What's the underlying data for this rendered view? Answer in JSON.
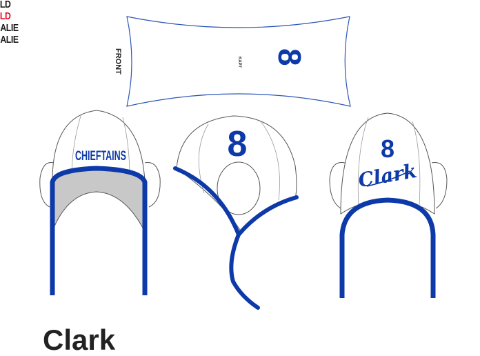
{
  "legend": {
    "items": [
      {
        "label": "FIELD",
        "color": "#1a1a1a"
      },
      {
        "label": "FIELD",
        "color": "#e0102a"
      },
      {
        "label": "GOALIE",
        "color": "#1a1a1a"
      },
      {
        "label": "GOALIE",
        "color": "#1a1a1a"
      }
    ]
  },
  "template": {
    "front_label": "FRONT",
    "number": "8",
    "brand_mark": "KAP7"
  },
  "cap_front": {
    "team_name": "CHIEFTAINS"
  },
  "cap_side": {
    "number": "8"
  },
  "cap_back": {
    "number": "8",
    "player_name": "Clark"
  },
  "footer": {
    "name": "Clark"
  },
  "colors": {
    "trim": "#0d3aa8",
    "cap": "#ffffff",
    "lining": "#c8c8c8",
    "outline": "#555555"
  }
}
